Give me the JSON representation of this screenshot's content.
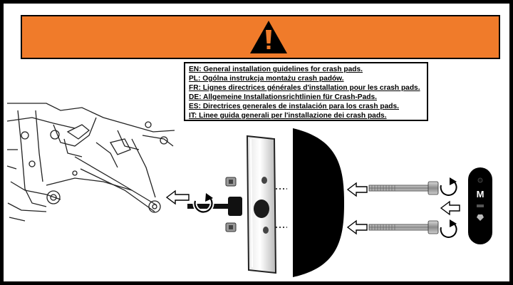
{
  "banner": {
    "color": "#f07b2a",
    "icon": "warning-triangle-icon"
  },
  "guidelines": [
    "EN: General installation guidelines for crash pads.",
    "PL: Ogólna instrukcja montażu crash padów.",
    "FR: Lignes directrices générales d'installation pour les crash pads.",
    "DE: Allgemeine Installationsrichtlinien für Crash-Pads.",
    "ES: Directrices generales de instalación para los crash pads.",
    "IT: Linee guida generali per l'installazione dei crash pads."
  ],
  "diagram": {
    "icons": [
      "motorcycle-frame-icon",
      "crash-pad-icon",
      "pad-cap-icon",
      "bolt-icon",
      "rotate-icon",
      "arrow-left-icon",
      "key-tool-icon"
    ]
  }
}
